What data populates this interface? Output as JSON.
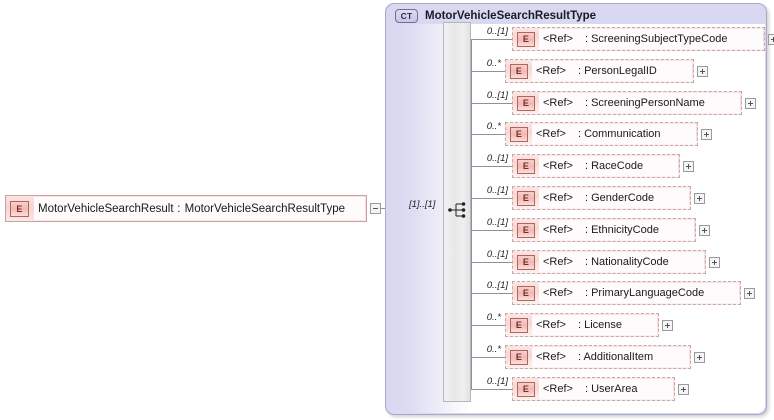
{
  "diagram": {
    "type": "xsd-schema-diagram",
    "background": "#ffffff",
    "accent_element": "#f6d3d0",
    "accent_complextype": "#d8d8f0"
  },
  "root_element": {
    "icon": "element-badge-E",
    "badge": "E",
    "name": "MotorVehicleSearchResult",
    "separator": ":",
    "type": "MotorVehicleSearchResultType",
    "toggle": "collapse-minus"
  },
  "complex_type": {
    "badge": "CT",
    "title": "MotorVehicleSearchResultType",
    "compositor": "sequence",
    "compositor_cardinality": "[1]..[1]",
    "children": [
      {
        "badge": "E",
        "ref": "<Ref>",
        "separator": ":",
        "name": "ScreeningSubjectTypeCode",
        "cardinality": "0..[1]",
        "toggle": "expand-plus"
      },
      {
        "badge": "E",
        "ref": "<Ref>",
        "separator": ":",
        "name": "PersonLegalID",
        "cardinality": "0..*",
        "toggle": "expand-plus"
      },
      {
        "badge": "E",
        "ref": "<Ref>",
        "separator": ":",
        "name": "ScreeningPersonName",
        "cardinality": "0..[1]",
        "toggle": "expand-plus"
      },
      {
        "badge": "E",
        "ref": "<Ref>",
        "separator": ":",
        "name": "Communication",
        "cardinality": "0..*",
        "toggle": "expand-plus"
      },
      {
        "badge": "E",
        "ref": "<Ref>",
        "separator": ":",
        "name": "RaceCode",
        "cardinality": "0..[1]",
        "toggle": "expand-plus"
      },
      {
        "badge": "E",
        "ref": "<Ref>",
        "separator": ":",
        "name": "GenderCode",
        "cardinality": "0..[1]",
        "toggle": "expand-plus"
      },
      {
        "badge": "E",
        "ref": "<Ref>",
        "separator": ":",
        "name": "EthnicityCode",
        "cardinality": "0..[1]",
        "toggle": "expand-plus"
      },
      {
        "badge": "E",
        "ref": "<Ref>",
        "separator": ":",
        "name": "NationalityCode",
        "cardinality": "0..[1]",
        "toggle": "expand-plus"
      },
      {
        "badge": "E",
        "ref": "<Ref>",
        "separator": ":",
        "name": "PrimaryLanguageCode",
        "cardinality": "0..[1]",
        "toggle": "expand-plus"
      },
      {
        "badge": "E",
        "ref": "<Ref>",
        "separator": ":",
        "name": "License",
        "cardinality": "0..*",
        "toggle": "expand-plus"
      },
      {
        "badge": "E",
        "ref": "<Ref>",
        "separator": ":",
        "name": "AdditionalItem",
        "cardinality": "0..*",
        "toggle": "expand-plus"
      },
      {
        "badge": "E",
        "ref": "<Ref>",
        "separator": ":",
        "name": "UserArea",
        "cardinality": "0..[1]",
        "toggle": "expand-plus"
      }
    ]
  }
}
